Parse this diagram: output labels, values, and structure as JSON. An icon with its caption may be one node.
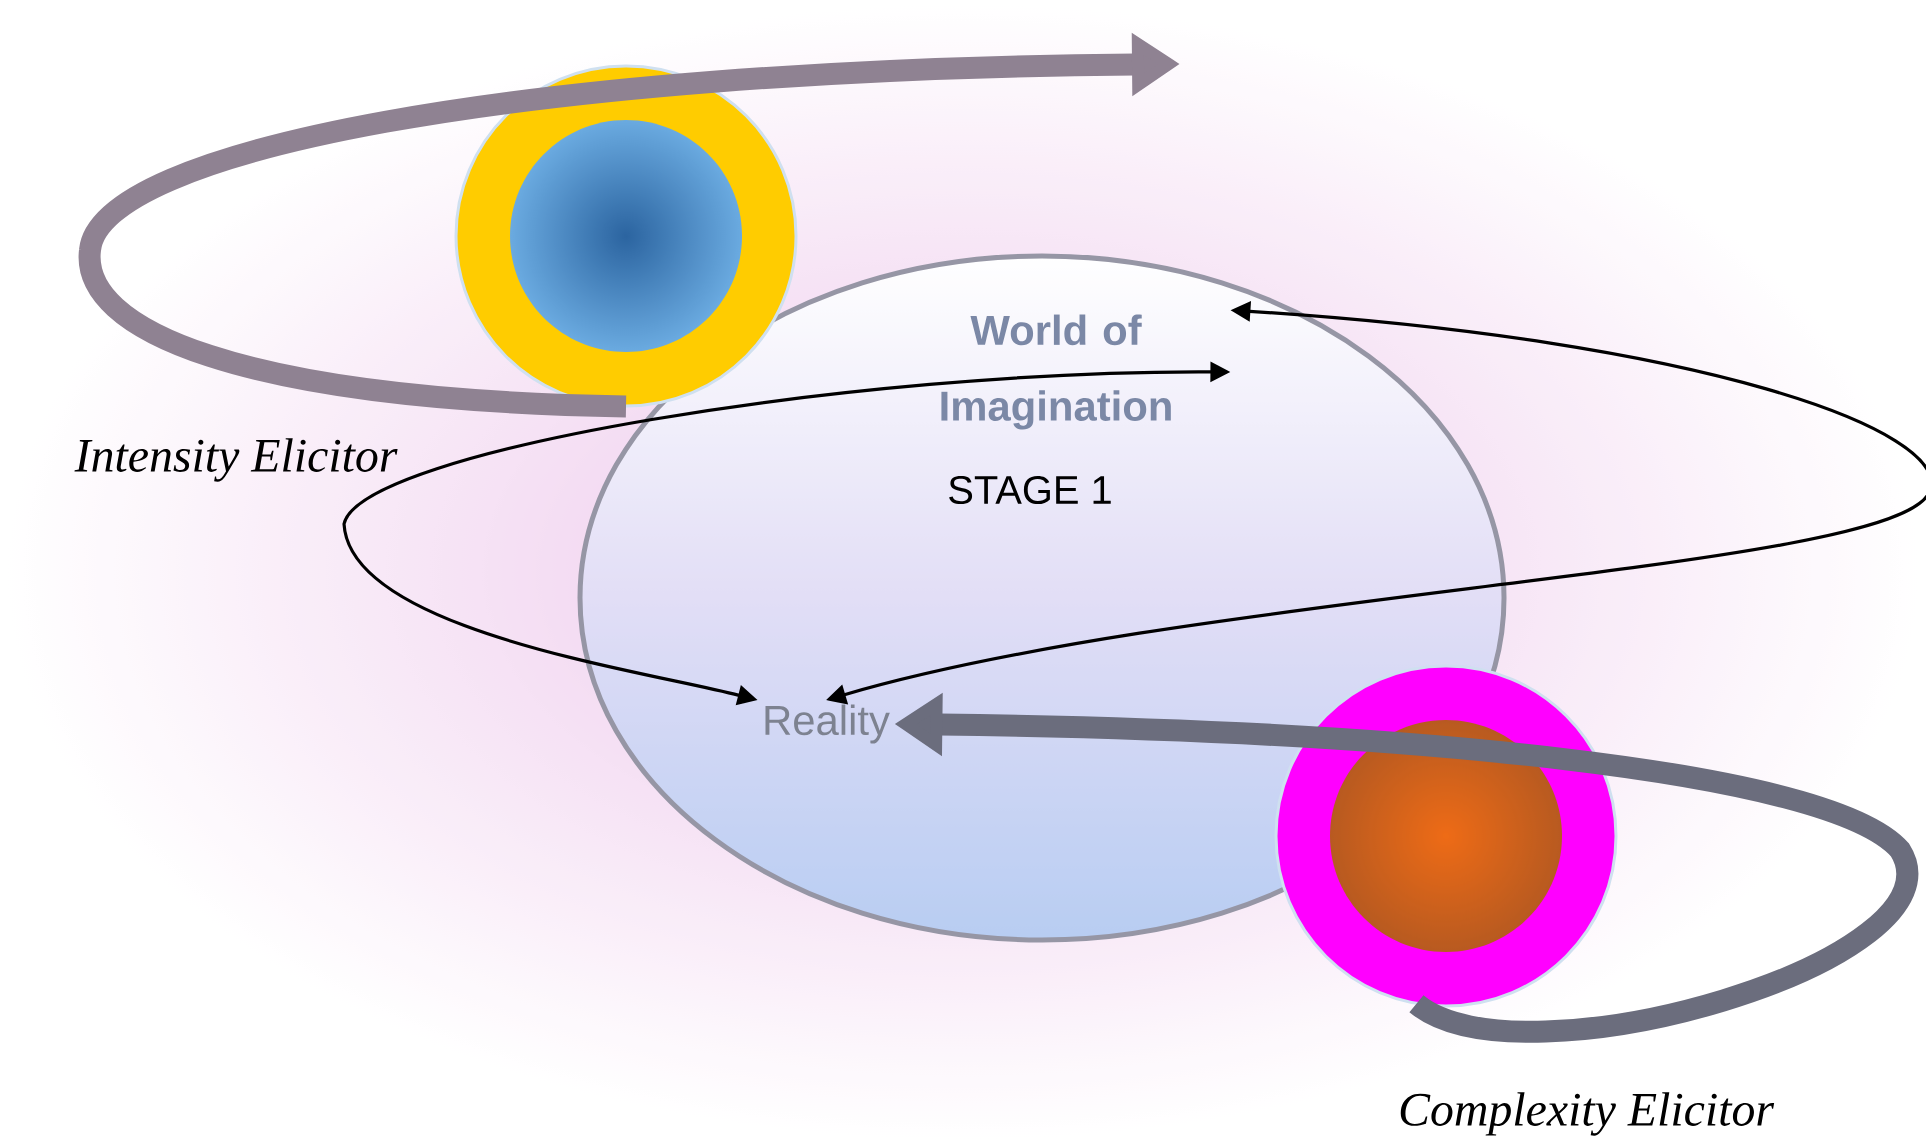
{
  "diagram": {
    "nodes": [
      {
        "text": [
          "STAGE 1"
        ]
      },
      {
        "text": [
          "World of Imagination"
        ],
        "in": 0
      },
      {
        "text": [
          "Reality"
        ],
        "in": 0
      },
      {
        "text": [],
        "shape": "circle",
        "beside": [
          "Intensity Elicitor"
        ]
      },
      {
        "text": [],
        "shape": "circle",
        "beside": [
          "Complexity Elicitor"
        ]
      }
    ],
    "edges": [
      {
        "from": 3,
        "to": null,
        "arrow": "to",
        "style": "thick",
        "color": "#8f8292"
      },
      {
        "from": 4,
        "to": 2,
        "arrow": "to",
        "style": "thick",
        "color": "#6b6d7d"
      },
      {
        "from": 1,
        "to": 2,
        "arrow": "both",
        "color": "#000000"
      },
      {
        "from": 1,
        "to": 2,
        "arrow": "both",
        "color": "#000000"
      }
    ]
  }
}
